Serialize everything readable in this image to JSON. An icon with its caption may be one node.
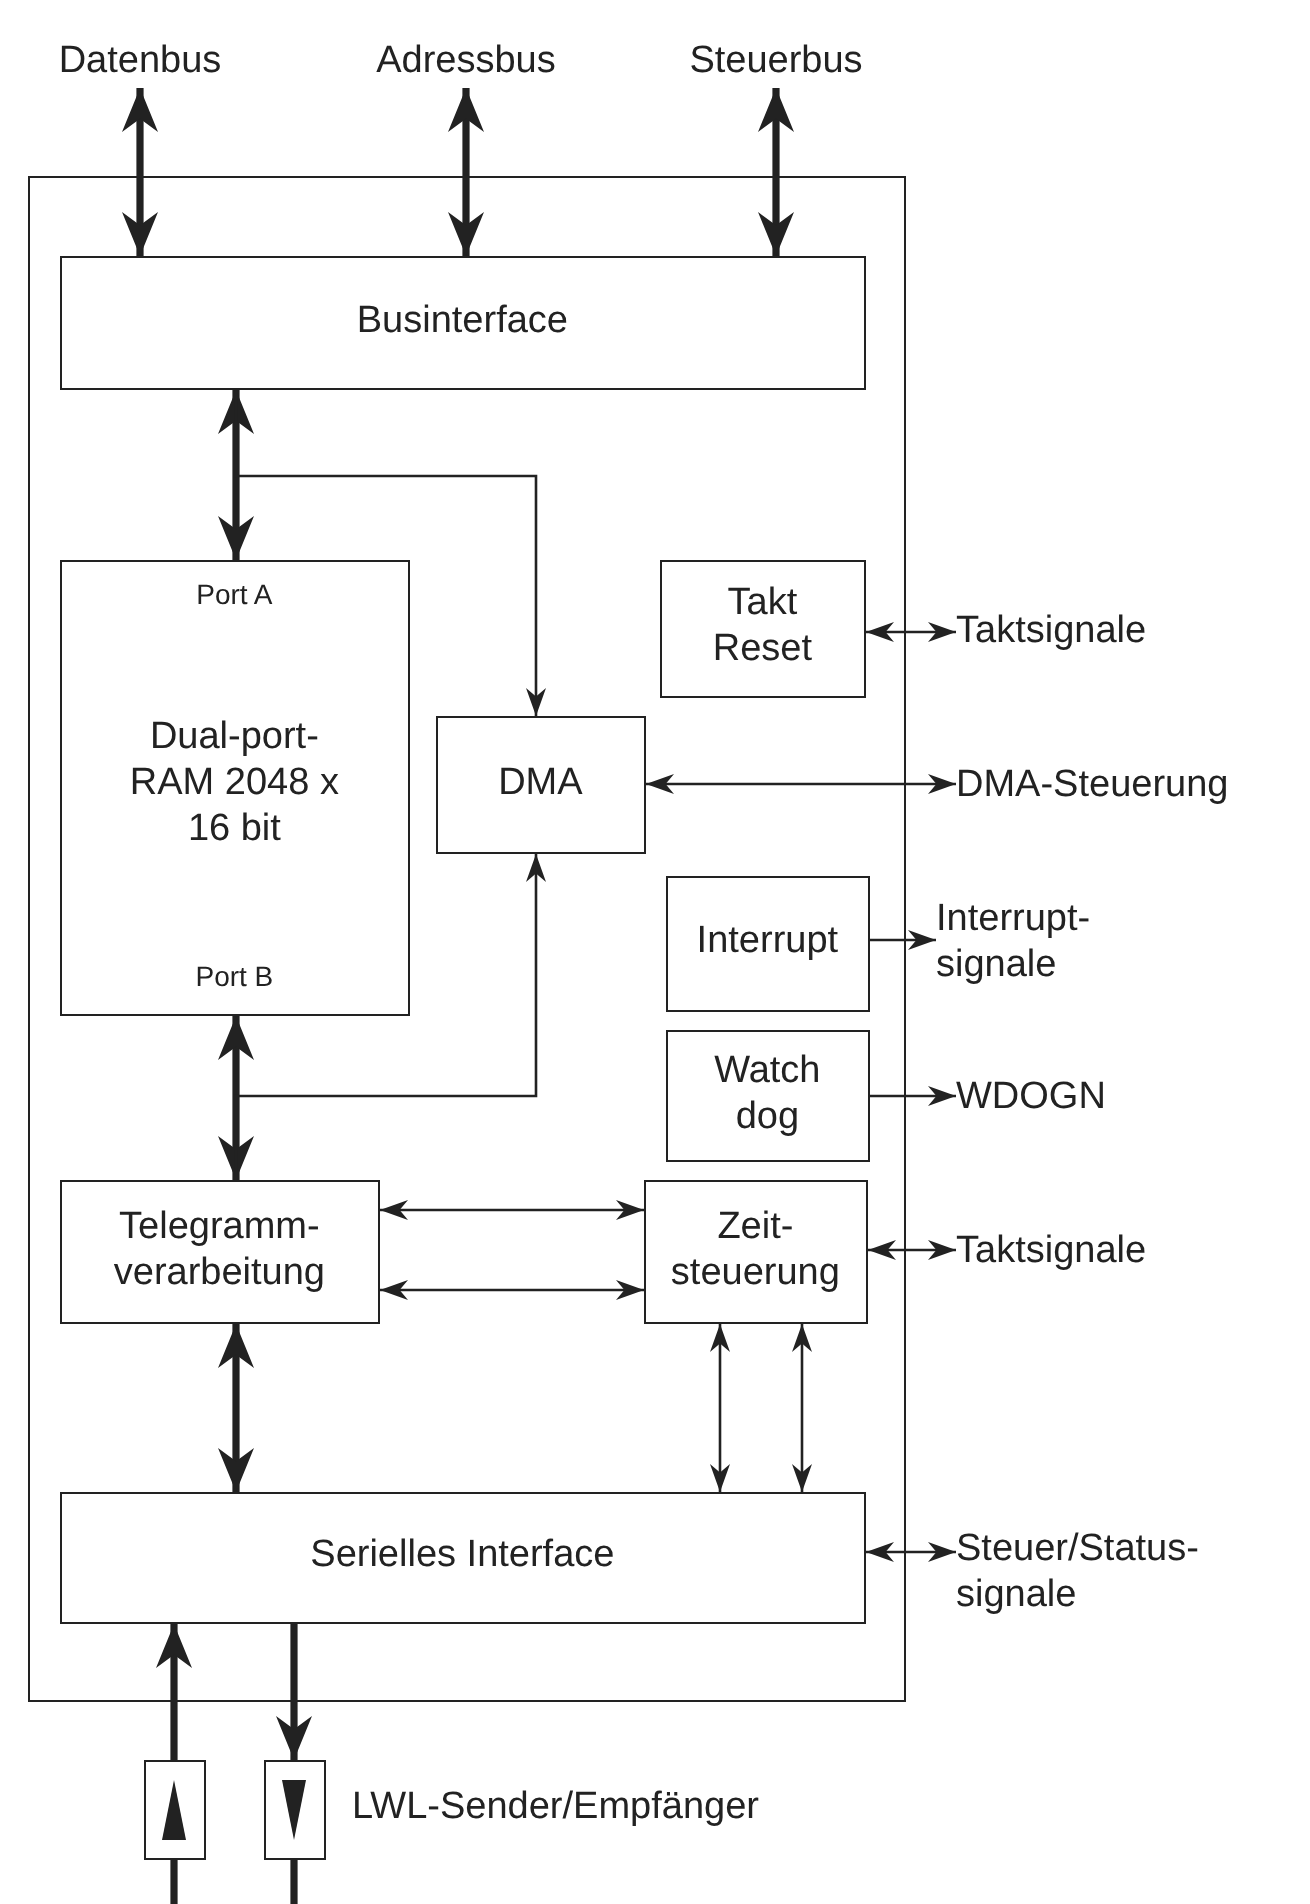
{
  "diagram": {
    "nodes": [
      {
        "text": [
          "Datenbus"
        ]
      },
      {
        "text": [
          "Adressbus"
        ]
      },
      {
        "text": [
          "Steuerbus"
        ]
      },
      {
        "text": [],
        "shape": "box"
      },
      {
        "text": [
          "Businterface"
        ],
        "in": 3
      },
      {
        "text": [
          "Port A",
          "Dual-port- RAM 2048 x 16 bit",
          "Port B"
        ],
        "in": 3
      },
      {
        "text": [
          "Takt Reset"
        ],
        "in": 3
      },
      {
        "text": [
          "DMA"
        ],
        "in": 3
      },
      {
        "text": [
          "Interrupt"
        ],
        "in": 3
      },
      {
        "text": [
          "Watch dog"
        ],
        "in": 3
      },
      {
        "text": [
          "Telegramm- verarbeitung"
        ],
        "in": 3
      },
      {
        "text": [
          "Zeit- steuerung"
        ],
        "in": 3
      },
      {
        "text": [
          "Serielles Interface"
        ],
        "in": 3
      },
      {
        "text": [],
        "shape": "box"
      },
      {
        "text": [],
        "shape": "box"
      },
      {
        "text": [
          "Taktsignale"
        ]
      },
      {
        "text": [
          "DMA-Steuerung"
        ]
      },
      {
        "text": [
          "Interrupt- signale"
        ]
      },
      {
        "text": [
          "WDOGN"
        ]
      },
      {
        "text": [
          "Taktsignale"
        ]
      },
      {
        "text": [
          "Steuer/Status- signale"
        ]
      }
    ],
    "edges": [
      {
        "from": 0,
        "to": 4,
        "arrow": "both",
        "style": "thick"
      },
      {
        "from": 1,
        "to": 4,
        "arrow": "both",
        "style": "thick"
      },
      {
        "from": 2,
        "to": 4,
        "arrow": "both",
        "style": "thick"
      },
      {
        "from": 4,
        "to": 5,
        "arrow": "both",
        "style": "thick"
      },
      {
        "from": 4,
        "to": 7,
        "arrow": "to"
      },
      {
        "from": 6,
        "to": 15,
        "arrow": "both"
      },
      {
        "from": 7,
        "to": 16,
        "arrow": "both"
      },
      {
        "from": 8,
        "to": 17,
        "arrow": "to"
      },
      {
        "from": 9,
        "to": 18,
        "arrow": "to"
      },
      {
        "from": 5,
        "to": 10,
        "arrow": "both",
        "style": "thick"
      },
      {
        "from": 10,
        "to": 7,
        "arrow": "to"
      },
      {
        "from": 10,
        "to": 11,
        "arrow": "both"
      },
      {
        "from": 10,
        "to": 11,
        "arrow": "both"
      },
      {
        "from": 11,
        "to": 19,
        "arrow": "both"
      },
      {
        "from": 10,
        "to": 12,
        "arrow": "both",
        "style": "thick"
      },
      {
        "from": 11,
        "to": 12,
        "arrow": "both"
      },
      {
        "from": 11,
        "to": 12,
        "arrow": "both"
      },
      {
        "from": 12,
        "to": 20,
        "arrow": "both"
      },
      {
        "from": 13,
        "to": 12,
        "arrow": "to",
        "style": "thick"
      },
      {
        "from": 12,
        "to": 14,
        "arrow": "to",
        "style": "thick"
      },
      {
        "from": null,
        "to": 13,
        "arrow": "none",
        "style": "thick"
      },
      {
        "from": 14,
        "to": null,
        "arrow": "none",
        "style": "thick"
      }
    ],
    "labels": [
      "LWL-Sender/Empfänger"
    ]
  }
}
